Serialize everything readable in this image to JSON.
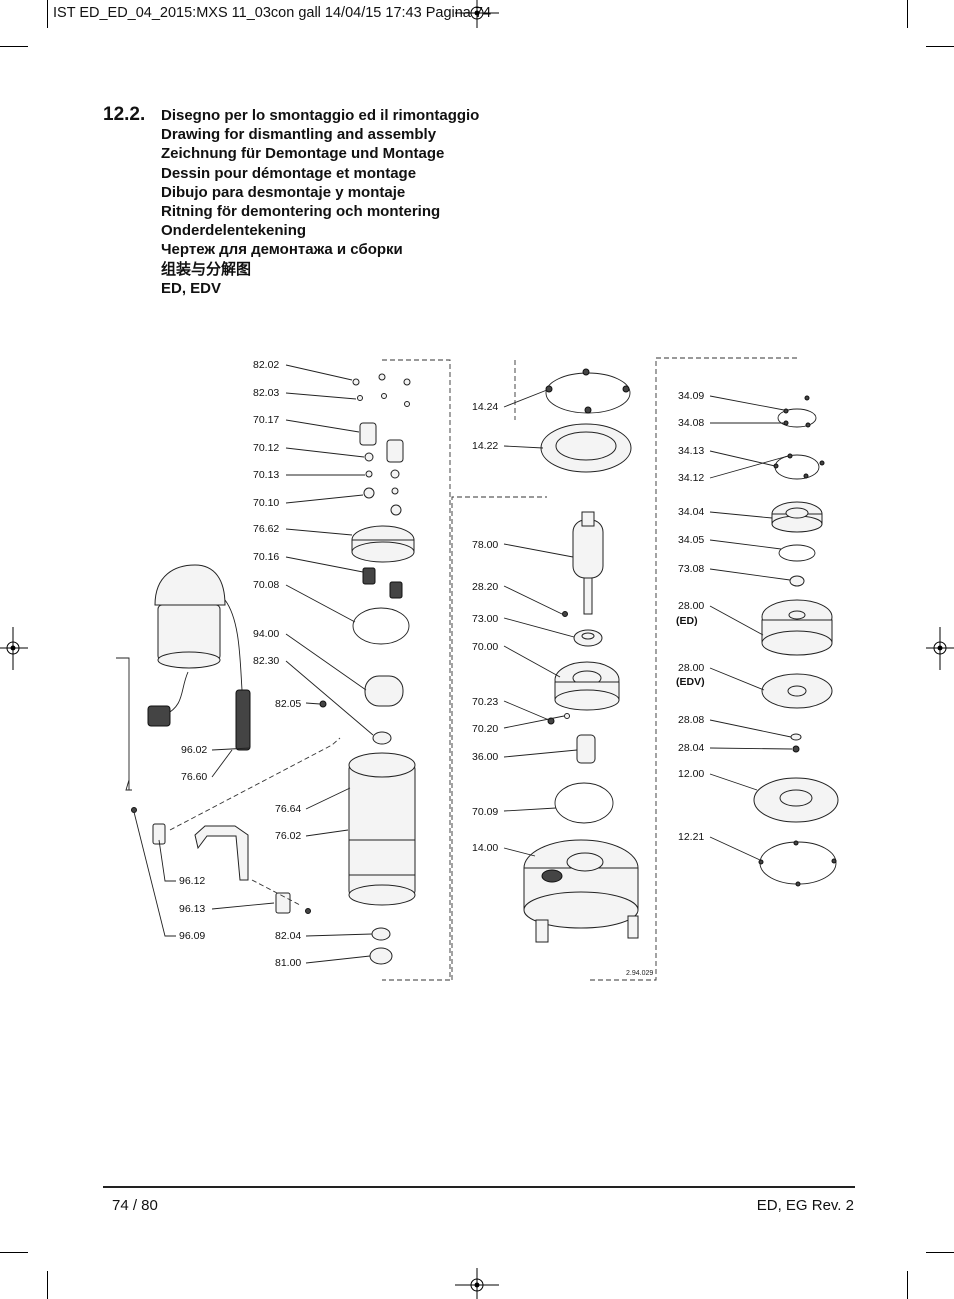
{
  "slug_line": "IST ED_ED_04_2015:MXS 11_03con gall  14/04/15  17:43  Pagina 74",
  "section": {
    "number": "12.2.",
    "titles": [
      "Disegno per lo smontaggio ed il rimontaggio",
      "Drawing for dismantling and assembly",
      "Zeichnung für Demontage und Montage",
      "Dessin pour démontage et montage",
      "Dibujo para desmontaje y montaje",
      "Ritning för demontering och montering",
      "Onderdelentekening",
      "Чертеж для демонтажа и сборки",
      "组装与分解图",
      "ED, EDV"
    ]
  },
  "drawing": {
    "ref_code": "2.94.029",
    "col1_labels": [
      "82.02",
      "82.03",
      "70.17",
      "70.12",
      "70.13",
      "70.10",
      "76.62",
      "70.16",
      "70.08",
      "94.00",
      "82.30",
      "82.05",
      "76.64",
      "76.02",
      "82.04",
      "81.00"
    ],
    "col0_labels": [
      "96.02",
      "76.60",
      "96.12",
      "96.13",
      "96.09"
    ],
    "col2_labels": [
      "14.24",
      "14.22",
      "78.00",
      "28.20",
      "73.00",
      "70.00",
      "70.23",
      "70.20",
      "36.00",
      "70.09",
      "14.00"
    ],
    "col3_labels": [
      "34.09",
      "34.08",
      "34.13",
      "34.12",
      "34.04",
      "34.05",
      "73.08",
      "28.00",
      "28.00",
      "28.08",
      "28.04",
      "12.00",
      "12.21"
    ],
    "col3_notes": [
      "(ED)",
      "(EDV)"
    ]
  },
  "footer": {
    "page": "74 / 80",
    "revision": "ED, EG Rev. 2"
  }
}
